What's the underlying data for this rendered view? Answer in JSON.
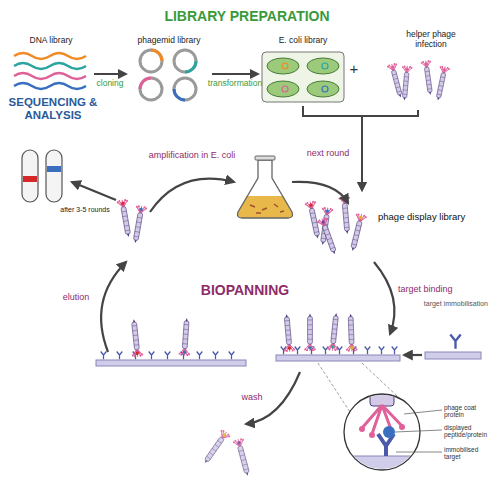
{
  "diagram": {
    "title": "LIBRARY PREPARATION",
    "nodes": [
      {
        "text": [
          "DNA library"
        ]
      },
      {
        "text": [
          "phagemid library"
        ]
      },
      {
        "text": [
          "E. coli library"
        ]
      },
      {
        "text": [
          "helper phage infection"
        ]
      },
      {
        "text": [
          "SEQUENCING & ANALYSIS"
        ]
      },
      {
        "text": [
          "phage display library"
        ]
      },
      {
        "text": [
          "target immobilisation"
        ]
      },
      {
        "text": [
          "phage coat protein",
          "displayed peptide/protein",
          "immobilised target"
        ]
      }
    ],
    "edges": [
      {
        "from": 0,
        "to": 1,
        "label": "cloning",
        "arrow": "to"
      },
      {
        "from": 1,
        "to": 2,
        "label": "transformation",
        "arrow": "to"
      },
      {
        "from": 2,
        "to": 5,
        "arrow": "to"
      },
      {
        "from": 3,
        "to": 5,
        "arrow": "to"
      }
    ],
    "labels": [
      "amplification in E. coli",
      "next round",
      "after 3-5 rounds",
      "BIOPANNING",
      "target binding",
      "elution",
      "wash",
      "+"
    ]
  }
}
